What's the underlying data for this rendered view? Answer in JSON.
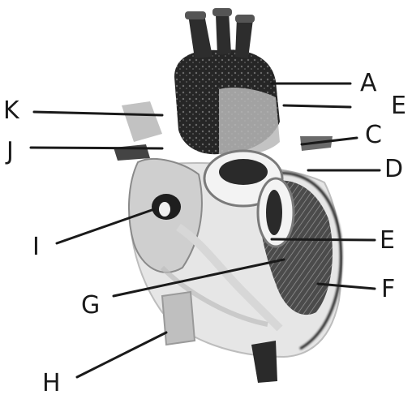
{
  "labels": {
    "a": "A",
    "b": "E",
    "c": "C",
    "d": "D",
    "e": "E",
    "f": "F",
    "g": "G",
    "h": "H",
    "i": "I",
    "j": "J",
    "k": "K"
  },
  "colors": {
    "ink": "#1a1a1a",
    "dark_vessel": "#2b2b2b",
    "mid_tissue": "#9a9a9a",
    "light_tissue": "#e4e4e4",
    "background": "#ffffff"
  }
}
